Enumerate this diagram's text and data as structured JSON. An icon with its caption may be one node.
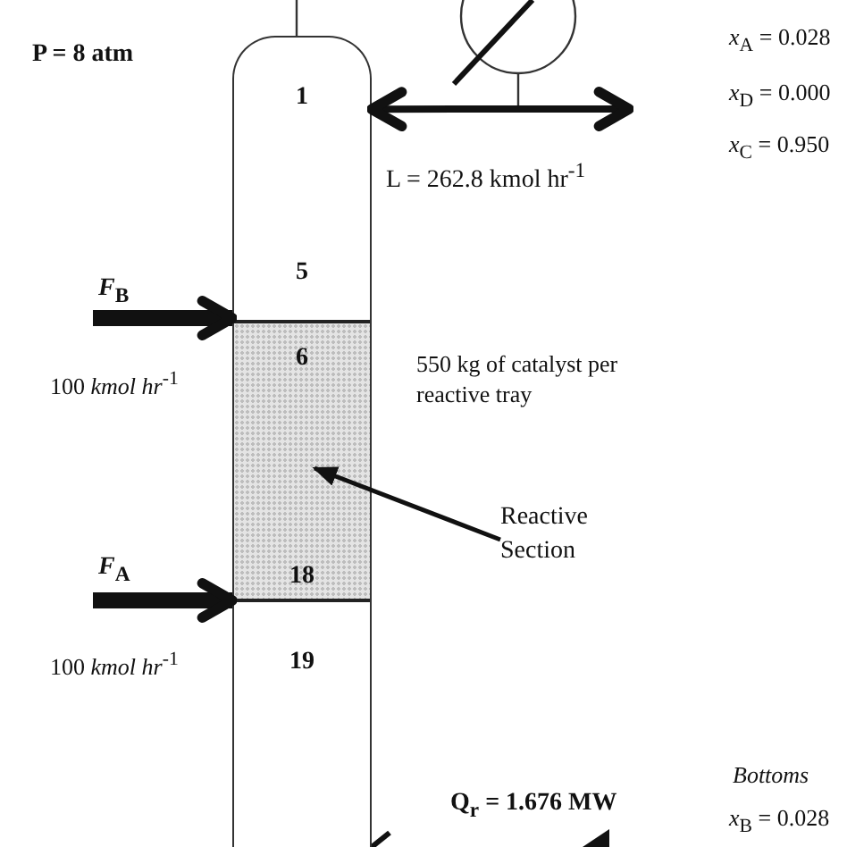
{
  "diagram": {
    "nodes": [
      {
        "text": [],
        "shape": "column"
      },
      {
        "text": [
          "1",
          "5"
        ],
        "in": 0
      },
      {
        "text": [
          "6",
          "18"
        ],
        "in": 0
      },
      {
        "text": [
          "19"
        ],
        "in": 0
      },
      {
        "text": [
          "Reactive Section"
        ]
      }
    ],
    "edges": [
      {
        "from": null,
        "to": 2,
        "arrow": "to",
        "style": "thick",
        "label": "*F*$_{B}$"
      },
      {
        "from": null,
        "to": 2,
        "arrow": "to",
        "style": "thick",
        "label": "*F*$_{A}$"
      },
      {
        "from": 1,
        "to": null,
        "arrow": "both",
        "label": "L = 262.8 kmol hr$^{-1}$"
      },
      {
        "from": 4,
        "to": 2,
        "arrow": "to"
      }
    ],
    "labels": [
      "P = 8 atm",
      "*x*$_{A}$ = 0.028",
      "*x*$_{D}$ = 0.000",
      "*x*$_{C}$ = 0.950",
      "100 *kmol hr*$^{-1}$",
      "550 kg of catalyst per reactive tray",
      "100 *kmol hr*$^{-1}$",
      "Q$_{r}$ = 1.676 MW",
      "Bottoms",
      "*x*$_{B}$ = 0.028"
    ]
  }
}
